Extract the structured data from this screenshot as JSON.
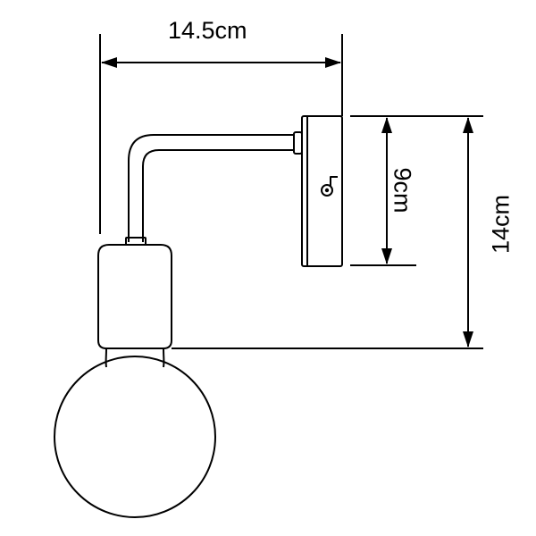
{
  "dimensions": {
    "width": "14.5cm",
    "plate_height": "9cm",
    "total_height": "14cm"
  },
  "colors": {
    "line": "#000000",
    "background": "#ffffff"
  }
}
